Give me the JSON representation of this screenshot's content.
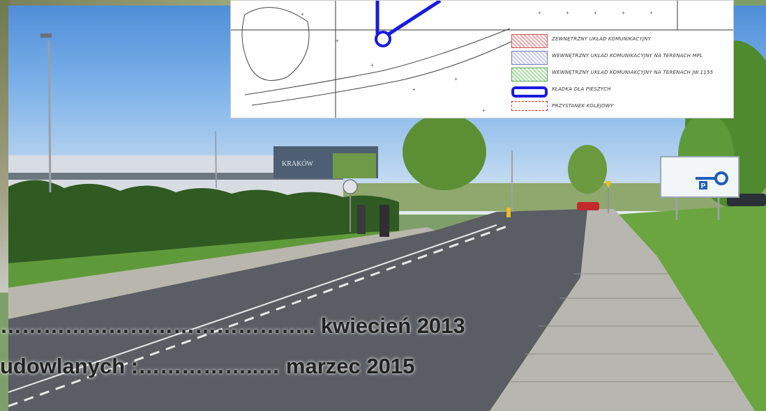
{
  "legend": {
    "items": [
      {
        "label": "ZEWNĘTRZNY UKŁAD KOMUNIKACYJNY",
        "color": "#f2a5a5",
        "pattern": "hatch-red"
      },
      {
        "label": "WEWNĘTRZNY UKŁAD KOMUNIKACYJNY NA TERENACH MPL",
        "color": "#c9c9f0",
        "pattern": "hatch-blue"
      },
      {
        "label": "WEWNĘTRZNY UKŁAD KOMUNIAKCYJNY NA TERENACH JW.1155",
        "color": "#a8e0a0",
        "pattern": "hatch-green"
      },
      {
        "label": "KŁADKA DLA PIESZYCH",
        "color": "#1a1ae0",
        "pattern": "thick-outline"
      },
      {
        "label": "PRZYSTANEK KOLEJOWY",
        "color": "#e01a1a",
        "pattern": "dashed-outline"
      }
    ]
  },
  "building_sign": "KRAKÓW",
  "captions": {
    "line1": "…………………………………….. kwiecień 2013",
    "line2": "udowlanych :……………..…  marzec 2015"
  },
  "colors": {
    "sky": "#6fa6e4",
    "road": "#5a5d63",
    "grass": "#5f9a3a",
    "pedestrian_bridge": "#1a1ae0"
  },
  "icons": [
    "road-sign-icon",
    "parking-icon",
    "roundabout-arrow-icon"
  ]
}
